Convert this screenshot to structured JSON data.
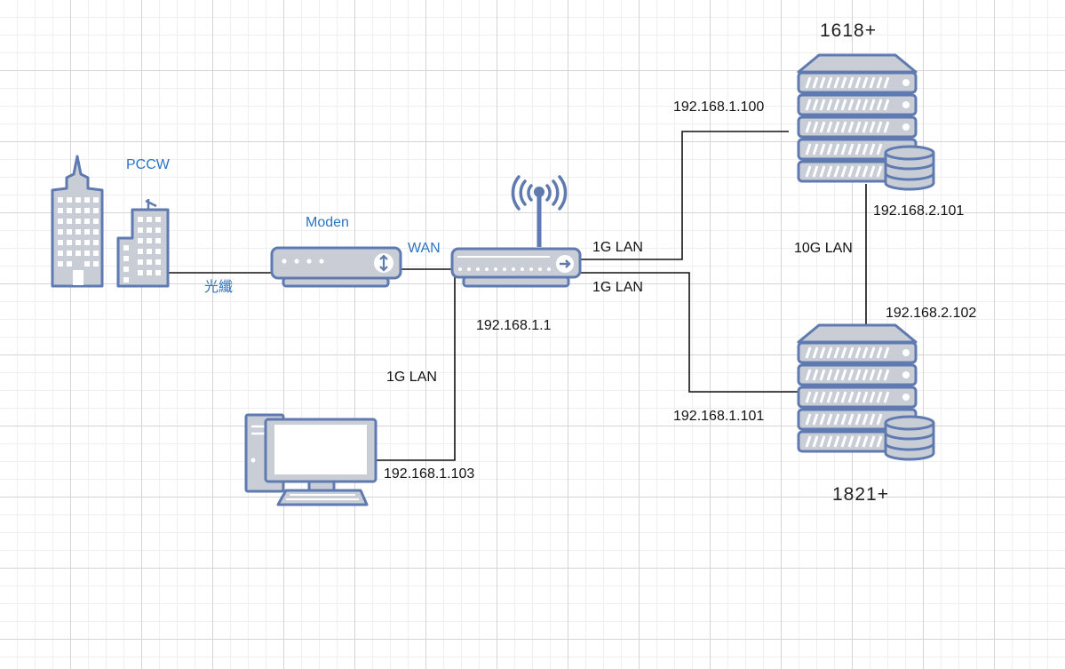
{
  "labels": {
    "pccw": "PCCW",
    "fiber": "光纖",
    "modem": "Moden",
    "wan": "WAN",
    "router_ip": "192.168.1.1",
    "link_nas1": "1G LAN",
    "link_nas2": "1G LAN",
    "link_pc": "1G LAN",
    "link_10g": "10G LAN",
    "nas1_name": "1618+",
    "nas1_ip": "192.168.1.100",
    "nas1_ip2": "192.168.2.101",
    "nas2_name": "1821+",
    "nas2_ip": "192.168.1.101",
    "nas2_ip2": "192.168.2.102",
    "pc_ip": "192.168.1.103"
  },
  "colors": {
    "device_fill": "#c8cdd6",
    "device_stroke": "#5f7ab0",
    "line": "#111111",
    "label_blue": "#2b74c4"
  },
  "icons": [
    "buildings-icon",
    "modem-icon",
    "router-icon",
    "nas-server-icon",
    "desktop-computer-icon"
  ]
}
